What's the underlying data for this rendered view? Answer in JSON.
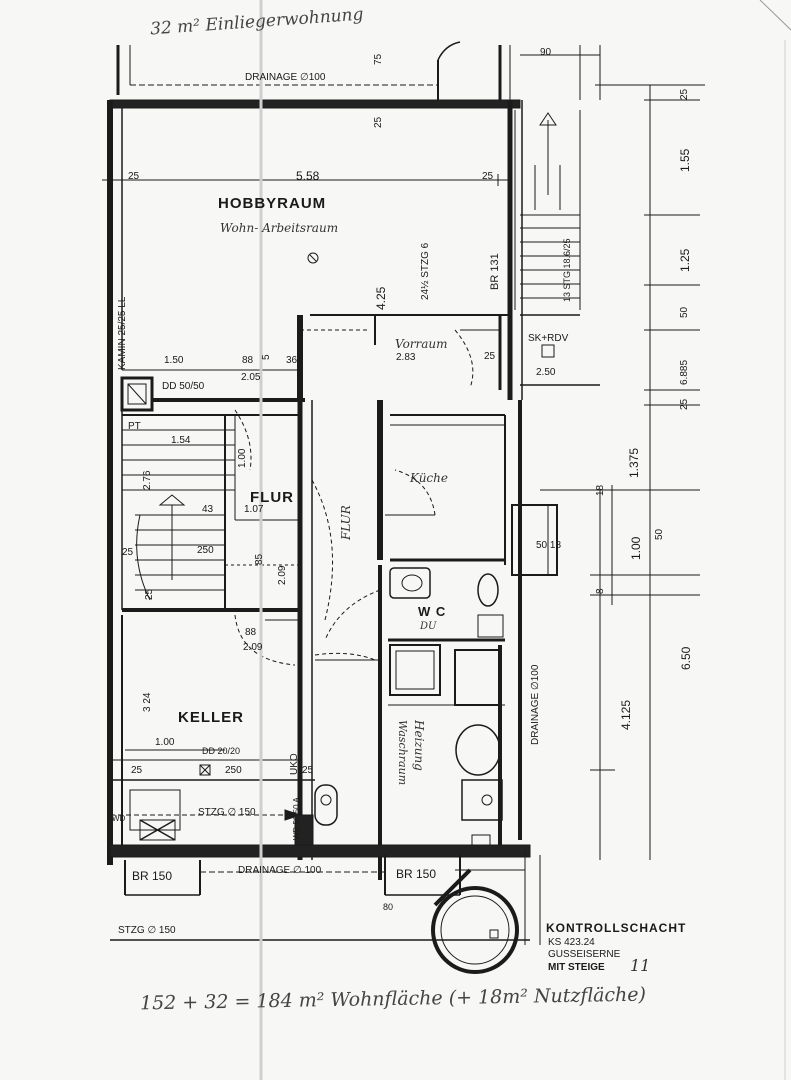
{
  "top_note": "32 m² Einliegerwohnung",
  "bottom_note": "152 + 32 = 184 m²  Wohnfläche  (+ 18m² Nutzfläche)",
  "rooms": {
    "hobbyraum": "HOBBYRAUM",
    "hobbyraum_sub": "Wohn- Arbeitsraum",
    "flur_left": "FLUR",
    "flur_mid": "FLUR",
    "keller": "KELLER",
    "kueche": "Küche",
    "vorraum": "Vorraum",
    "wc": "W C",
    "du": "DU",
    "heizung": "Heizung",
    "waschraum": "Waschraum"
  },
  "labels": {
    "drainage_top": "DRAINAGE ∅100",
    "drainage_bottom": "DRAINAGE ∅ 100",
    "drainage_right": "DRAINAGE ∅100",
    "kamin": "KAMIN 25/25 LL",
    "dd_top": "DD 50/50",
    "dd_keller": "DD 20/20",
    "pt": "PT",
    "stzg_150_inner": "STZG ∅ 150",
    "stzg_150_outer": "STZG ∅ 150",
    "br_150_left": "BR 150",
    "br_150_right": "BR 150",
    "br_131": "BR 131",
    "sk_rdv": "SK+RDV",
    "stieg": "13 STG 18.6/25",
    "stzg_wall": "24½ STZG 6",
    "kontroll_1": "KONTROLLSCHACHT",
    "kontroll_2": "KS 423.24",
    "kontroll_3": "GUSSEISERNE",
    "kontroll_4": "MIT STEIGE",
    "kontroll_num": "11"
  },
  "dimensions": {
    "d_90": "90",
    "d_75": "75",
    "d_25_a": "25",
    "d_25_b": "25",
    "d_25_c": "25",
    "d_558": "5.58",
    "d_425": "4.25",
    "d_150": "1.50",
    "d_88": "88",
    "d_5": "5",
    "d_36": "36",
    "d_205": "2.05",
    "d_283": "2.83",
    "d_25_d": "25",
    "d_250": "2.50",
    "d_154": "1.54",
    "d_276": "2.76",
    "d_100_a": "1.00",
    "d_43": "43",
    "d_107": "1.07",
    "d_25_e": "25",
    "d_250_b": "250",
    "d_25_f": "25",
    "d_85": "85",
    "d_209_a": "2.09",
    "d_88_b": "88",
    "d_209_b": "2.09",
    "d_324": "3 24",
    "d_100_b": "1.00",
    "d_25_g": "25",
    "d_250_c": "250",
    "d_25_h": "25",
    "d_50_18": "50 18",
    "r_25_a": "25",
    "r_155": "1.55",
    "r_125": "1.25",
    "r_50": "50",
    "r_6885": "6.885",
    "r_25_b": "25",
    "r_1375": "1.375",
    "r_18": "18",
    "r_100": "1.00",
    "r_50_b": "50",
    "r_8": "8",
    "r_650": "6.50",
    "r_4125": "4.125",
    "u_uko": "UKO",
    "u_wd": "WD 50/50 A.",
    "u_wd2": "WD",
    "u_80": "80"
  }
}
